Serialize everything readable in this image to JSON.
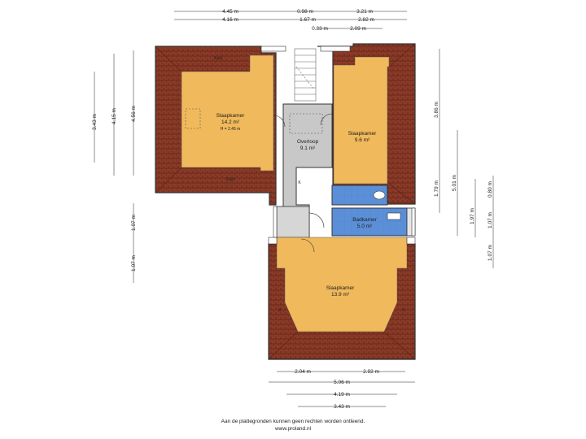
{
  "dimensions_top": [
    "4.45 m",
    "0.98 m",
    "3.21 m",
    "4.16 m",
    "1.67 m",
    "2.82 m",
    "0.88 m",
    "2.09 m"
  ],
  "dimensions_left": [
    "3.43 m",
    "4.15 m",
    "4.56 m",
    "1.07 m",
    "1.07 m"
  ],
  "dimensions_right": [
    "3.86 m",
    "5.01 m",
    "1.79 m",
    "1.97 m",
    "0.80 m",
    "1.07 m",
    "1.07 m"
  ],
  "dimensions_bottom": [
    "2.04 m",
    "2.92 m",
    "5.06 m",
    "4.19 m",
    "3.43 m"
  ],
  "rooms": {
    "bedroom_1": {
      "name": "Slaapkamer",
      "area": "14.2 m²",
      "height": "H = 2.45 m"
    },
    "bedroom_2": {
      "name": "Slaapkamer",
      "area": "9.6 m²"
    },
    "landing": {
      "name": "Overloop",
      "area": "9.1 m²"
    },
    "bathroom": {
      "name": "Badkamer",
      "area": "5.0 m²"
    },
    "bedroom_3": {
      "name": "Slaapkamer",
      "area": "13.9 m²"
    }
  },
  "labels": {
    "kast_top": "Kast",
    "kast_bottom": "Kast",
    "k1": "K",
    "k2": "K",
    "k3": "K"
  },
  "footer": {
    "disclaimer": "Aan de plattegronden kunnen geen rechten worden ontleend.",
    "website": "www.proland.nl"
  },
  "colors": {
    "room": "#f0b95b",
    "roof": "#8a3a27",
    "bathroom": "#5b8fd8",
    "landing": "#c8c8c8",
    "wall": "#333333"
  }
}
